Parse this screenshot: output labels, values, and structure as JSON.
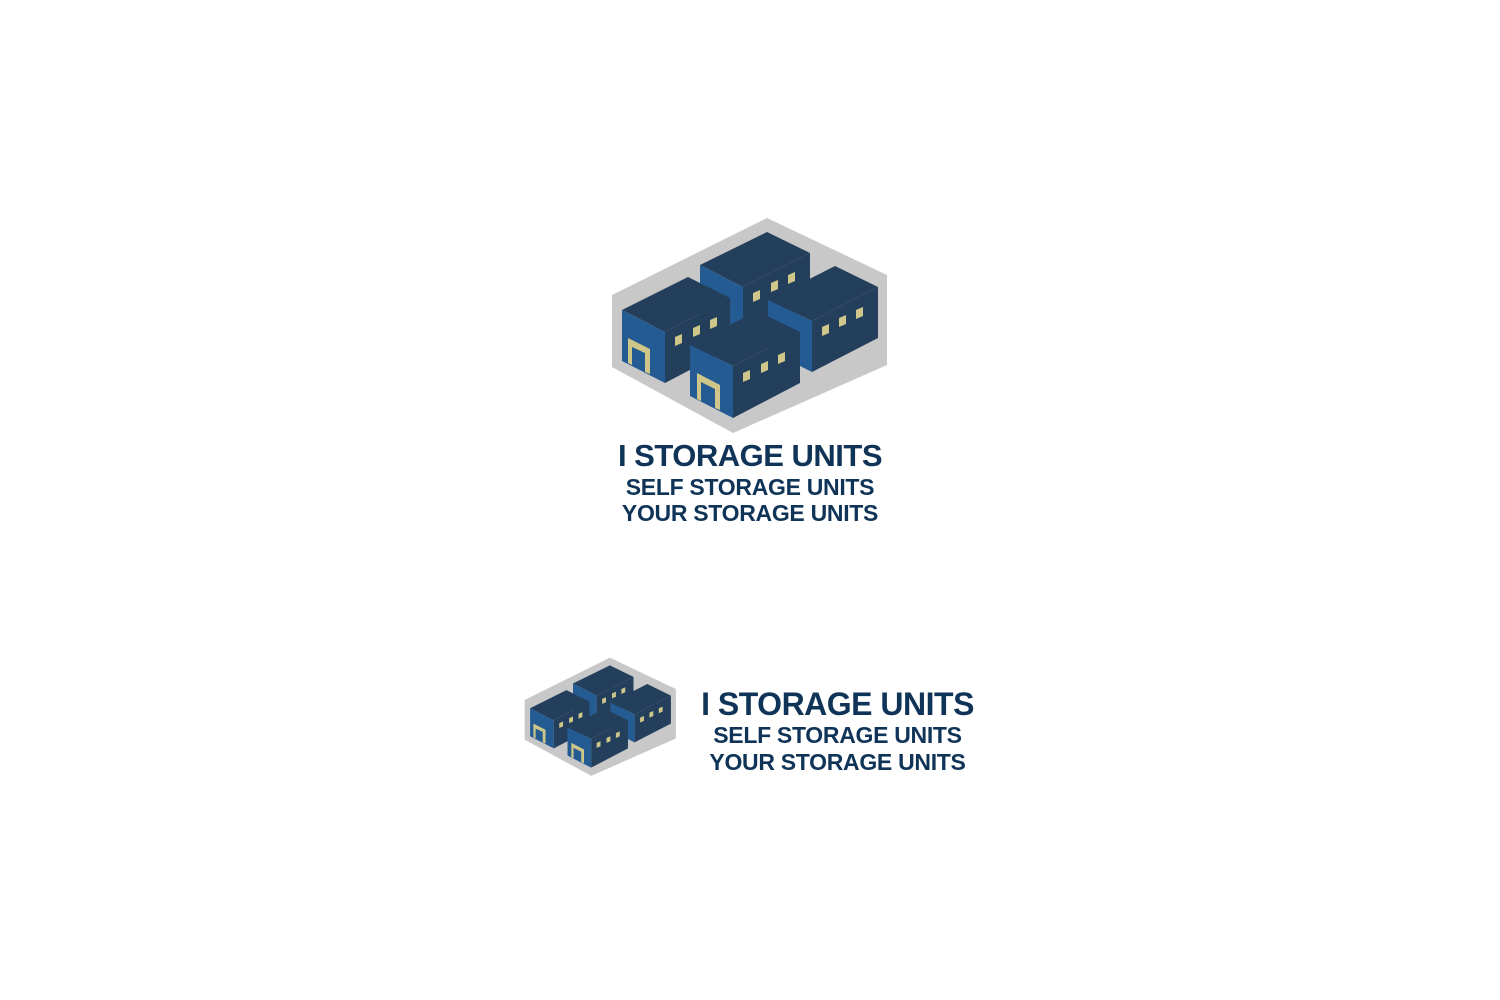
{
  "brand": {
    "name": "I STORAGE UNITS",
    "tagline_1": "SELF STORAGE UNITS",
    "tagline_2": "YOUR STORAGE UNITS"
  },
  "logos": [
    {
      "variant": "stacked",
      "icon": "storage-buildings-icon"
    },
    {
      "variant": "horizontal",
      "icon": "storage-buildings-icon"
    }
  ],
  "colors": {
    "text": "#0f3457",
    "roof": "#243f5c",
    "front_face": "#245b93",
    "window": "#cfc78a",
    "base": "#c8c8c8",
    "background": "#ffffff"
  }
}
